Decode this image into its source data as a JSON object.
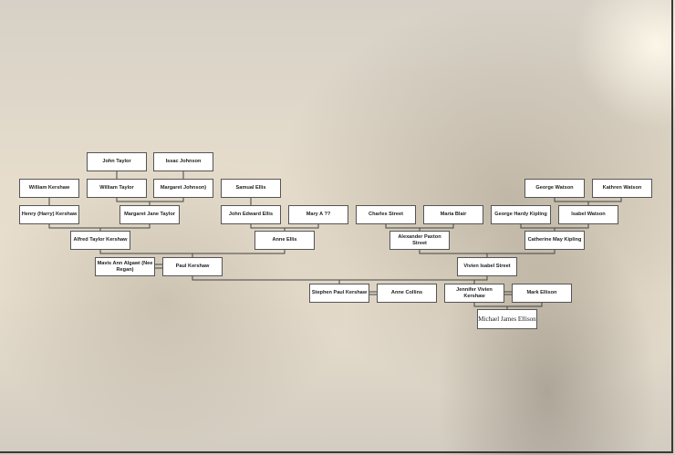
{
  "title": "Family Tree",
  "people": {
    "john_taylor": "John Taylor",
    "issac_johnson": "Issac Johnson",
    "william_kershaw": "William Kershaw",
    "william_taylor": "William Taylor",
    "margaret_johnson": "Margaret Johnson)",
    "samual_ellis": "Samual Ellis",
    "george_watson": "George Watson",
    "kathren_watson": "Kathren Watson",
    "henry_kershaw": "Henry (Harry) Kershaw",
    "margaret_jane_taylor": "Margaret Jane Taylor",
    "john_edward_ellis": "John Edward Ellis",
    "mary_a": "Mary A ??",
    "charles_street": "Charles Street",
    "maria_blair": "Maria Blair",
    "george_hardy_kipling": "George Hardy Kipling",
    "isabel_watson": "Isabel Watson",
    "alfred_taylor_kershaw": "Alfred Taylor Kershaw",
    "anne_ellis": "Anne Ellis",
    "alexander_paxton_street": "Alexander Paxton Street",
    "catherine_may_kipling": "Catherine May Kipling",
    "mavis_ann_algawi": "Mavis Ann Algawi (Nee Regan)",
    "paul_kershaw": "Paul Kershaw",
    "vivien_isabel_street": "Vivien Isabel Street",
    "stephen_paul_kershaw": "Stephen Paul Kershaw",
    "anne_collins": "Anne Collins",
    "jennifer_vivien_kershaw": "Jennifer Vivien Kershaw",
    "mark_ellison": "Mark Ellison",
    "michael_james_ellison": "Michael James Ellison"
  }
}
